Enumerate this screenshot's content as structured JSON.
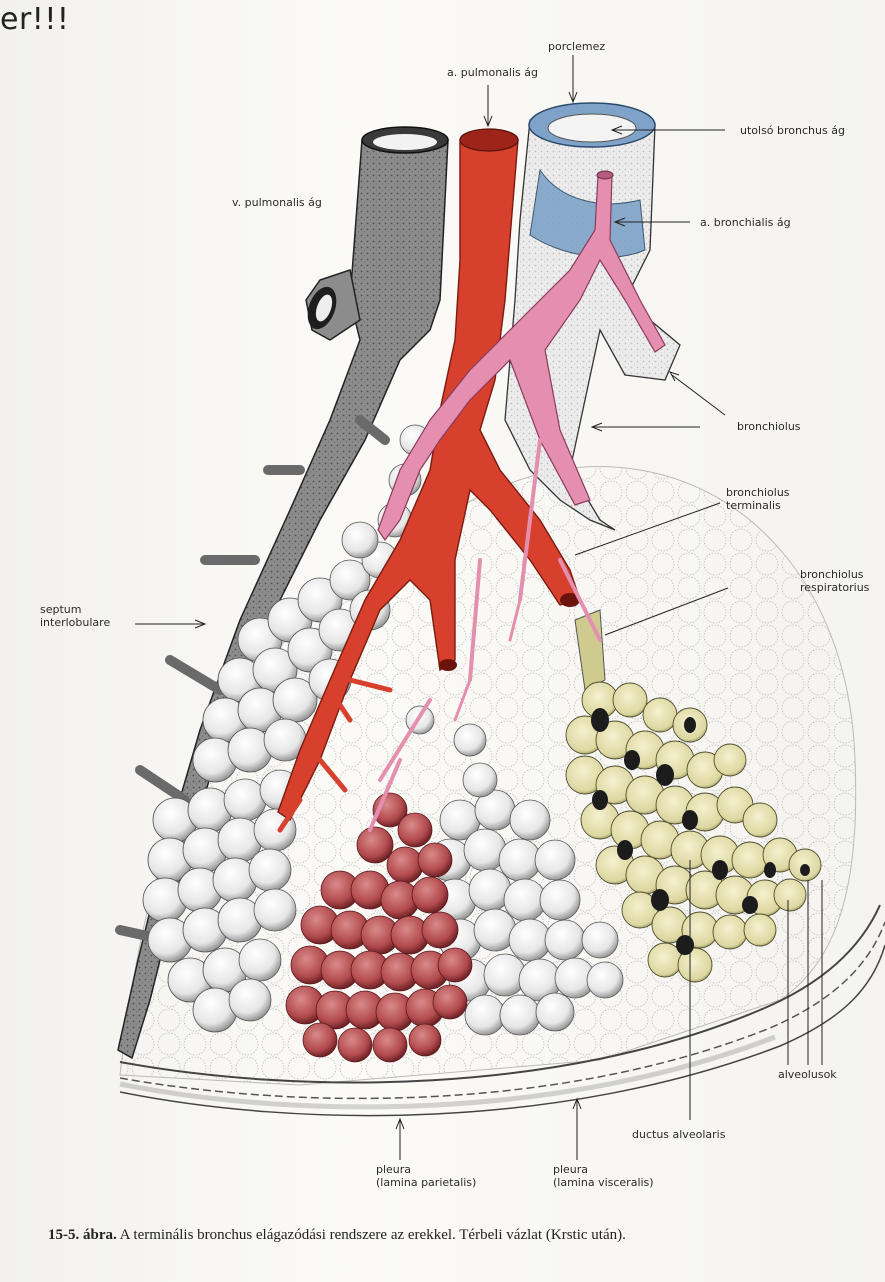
{
  "corner_text": "er!!!",
  "labels": {
    "porclemez": "porclemez",
    "a_pulmonalis": "a. pulmonalis ág",
    "v_pulmonalis": "v. pulmonalis ág",
    "utolso_bronchus": "utolsó bronchus ág",
    "a_bronchialis": "a. bronchialis ág",
    "bronchiolus": "bronchiolus",
    "bronchiolus_terminalis_1": "bronchiolus",
    "bronchiolus_terminalis_2": "terminalis",
    "bronchiolus_respiratorius_1": "bronchiolus",
    "bronchiolus_respiratorius_2": "respiratorius",
    "septum_1": "septum",
    "septum_2": "interlobulare",
    "alveolusok": "alveolusok",
    "ductus_alveolaris": "ductus alveolaris",
    "pleura_parietalis_1": "pleura",
    "pleura_parietalis_2": "(lamina parietalis)",
    "pleura_visceralis_1": "pleura",
    "pleura_visceralis_2": "(lamina visceralis)"
  },
  "caption": {
    "number": "15-5. ábra.",
    "text": " A terminális bronchus elágazódási rendszere az erekkel. Térbeli vázlat (Krstic után)."
  },
  "colors": {
    "artery": "#d8402e",
    "bronchial_artery": "#e48fb0",
    "vein": "#6a6a6a",
    "cartilage": "#7fa3c8",
    "alveolar_sac_yellow": "#e6e2b2",
    "capillary_red": "#b24a4e"
  }
}
